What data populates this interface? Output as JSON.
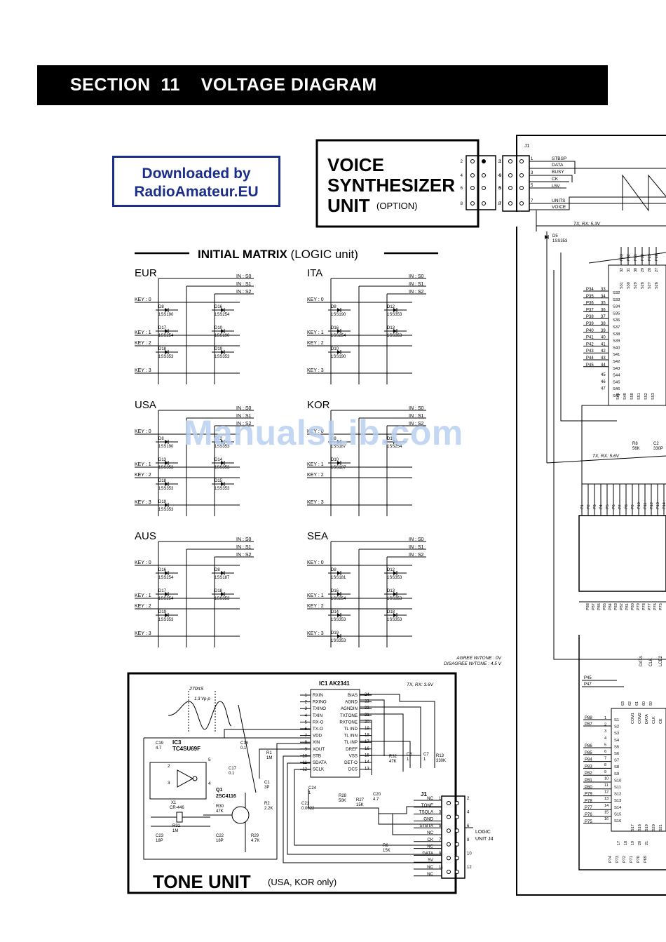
{
  "header": {
    "section": "SECTION  11",
    "title": "VOLTAGE DIAGRAM"
  },
  "badge": {
    "line1": "Downloaded by",
    "line2": "RadioAmateur.EU"
  },
  "watermark": "ManualsLib.com",
  "voice_unit": {
    "line1": "VOICE",
    "line2": "SYNTHESIZER",
    "line3": "UNIT",
    "option": "(OPTION)"
  },
  "j1_top": {
    "ref": "J1",
    "signals": [
      "STBSP",
      "DATA",
      "BUSY",
      "CK",
      "L5V",
      "UNITS",
      "VOICE"
    ],
    "pins_left": [
      "2",
      "4",
      "6",
      "8"
    ],
    "pins_right": [
      "1",
      "3",
      "5",
      "7"
    ],
    "tx_label_1": "TX, RX: 5.3V",
    "d5_ref": "D5",
    "d5_part": "1SS353",
    "tx_label_2": "TX, RX: 5.6V",
    "r8": "R8",
    "r8_val": "56K",
    "c2": "C2",
    "c2_val": "330P"
  },
  "matrix": {
    "title_bold": "INITIAL MATRIX",
    "title_rest": " (LOGIC unit)",
    "in_labels": [
      "IN : S0",
      "IN : S1",
      "IN : S2"
    ],
    "key_labels": [
      "KEY : 0",
      "KEY : 1",
      "KEY : 2",
      "KEY : 3"
    ],
    "regions": [
      {
        "name": "EUR",
        "diodes": [
          [
            "D8",
            "1SS190"
          ],
          [
            "D16",
            "1SS254"
          ],
          [
            "D17",
            "1SS254"
          ],
          [
            "D10",
            "1SS190"
          ],
          [
            "D18",
            "1SS353"
          ],
          [
            "D19",
            "1SS353"
          ]
        ]
      },
      {
        "name": "ITA",
        "diodes": [
          [
            "D8",
            "1SS190"
          ],
          [
            "D12",
            "1SS353"
          ],
          [
            "D16",
            "1SS254"
          ],
          [
            "D13",
            "1SS353"
          ],
          [
            "D10",
            "1SS190"
          ]
        ]
      },
      {
        "name": "USA",
        "diodes": [
          [
            "D8",
            "1SS190"
          ],
          [
            "D12",
            "1SS353"
          ],
          [
            "D13",
            "1SS353"
          ],
          [
            "D14",
            "1SS353"
          ],
          [
            "D18",
            "1SS353"
          ],
          [
            "D15",
            "1SS353"
          ],
          [
            "D19",
            "1SS353"
          ]
        ]
      },
      {
        "name": "KOR",
        "diodes": [
          [
            "D8",
            "1SS187"
          ],
          [
            "D16",
            "1SS254"
          ],
          [
            "D10",
            "1SS187"
          ]
        ]
      },
      {
        "name": "AUS",
        "diodes": [
          [
            "D16",
            "1SS254"
          ],
          [
            "D8",
            "1SS187"
          ],
          [
            "D17",
            "1SS254"
          ],
          [
            "D18",
            "1SS353"
          ],
          [
            "D19",
            "1SS353"
          ]
        ]
      },
      {
        "name": "SEA",
        "diodes": [
          [
            "D8",
            "1SS181"
          ],
          [
            "D12",
            "1SS353"
          ],
          [
            "D16",
            "1SS254"
          ],
          [
            "D13",
            "1SS353"
          ],
          [
            "D14",
            "1SS353"
          ],
          [
            "D18",
            "1SS353"
          ],
          [
            "D19",
            "1SS353"
          ]
        ]
      }
    ]
  },
  "tone_unit": {
    "title": "TONE UNIT",
    "subtitle": "(USA, KOR only)",
    "agree": "AGREE W/TONE : 0V",
    "disagree": "DISAGREE W/TONE : 4.5 V",
    "tx": "TX, RX: 3.6V",
    "wave_time": "270nS",
    "wave_amp": "1.3 Vp-p",
    "ic1": {
      "ref": "IC1  AK2341",
      "left_pins": [
        "RXIN",
        "RXINO",
        "TXINO",
        "TXIN",
        "RX-O",
        "TX-O",
        "VDD",
        "XIN",
        "XOUT",
        "STB",
        "SDATA",
        "SCLK"
      ],
      "left_nums": [
        "1",
        "2",
        "3",
        "4",
        "5",
        "6",
        "7",
        "8",
        "9",
        "10",
        "11",
        "12"
      ],
      "right_pins": [
        "BIAS",
        "AGND",
        "AGNDIN",
        "TXTONE",
        "RXTONE",
        "TL IND",
        "TL INN",
        "TL INP",
        "DREF",
        "VSS",
        "DET-O",
        "DCS"
      ],
      "right_nums": [
        "24",
        "23",
        "22",
        "21",
        "20",
        "19",
        "18",
        "17",
        "16",
        "15",
        "14",
        "13"
      ]
    },
    "ic3": {
      "ref": "IC3",
      "part": "TC4SU69F",
      "pins": [
        "2",
        "3",
        "4",
        "5"
      ]
    },
    "q1": {
      "ref": "Q1",
      "part": "2SC4116"
    },
    "x1": {
      "ref": "X1",
      "part": "CR-446"
    },
    "components": [
      [
        "C19",
        "4.7"
      ],
      [
        "C18",
        "0.1"
      ],
      [
        "C17",
        "0.1"
      ],
      [
        "R1",
        "1M"
      ],
      [
        "C1",
        "3P"
      ],
      [
        "R2",
        "2.2K"
      ],
      [
        "R30",
        "47K"
      ],
      [
        "R31",
        "1M"
      ],
      [
        "C23",
        "18P"
      ],
      [
        "C22",
        "18P"
      ],
      [
        "R29",
        "4.7K"
      ],
      [
        "C24",
        "1"
      ],
      [
        "C21",
        "0.0022"
      ],
      [
        "R28",
        "50K"
      ],
      [
        "R27",
        "15K"
      ],
      [
        "C20",
        "4.7"
      ],
      [
        "R6",
        "15K"
      ],
      [
        "R32",
        "47K"
      ],
      [
        "C6",
        "1"
      ],
      [
        "C7",
        "1"
      ],
      [
        "R13",
        "330K"
      ]
    ],
    "j1": {
      "ref": "J1",
      "signals": [
        "NC",
        "TONE",
        "TSQLA",
        "GND",
        "STBTA",
        "NC",
        "CK",
        "NC",
        "DATA",
        "5V",
        "NC",
        "NC"
      ],
      "nums": [
        "1",
        "3",
        "5",
        "7",
        "9",
        "11"
      ],
      "nums_right": [
        "2",
        "4",
        "6",
        "8",
        "10",
        "12"
      ]
    },
    "logic_label": "LOGIC\nUNIT J4"
  },
  "main_ic": {
    "top_pins": [
      "P33",
      "P32",
      "P31",
      "P30",
      "P29",
      "P28"
    ],
    "top_nums": [
      "32",
      "31",
      "30",
      "29",
      "28",
      "27"
    ],
    "top_s": [
      "S31",
      "S30",
      "S29",
      "S28",
      "S27",
      "S26"
    ],
    "left_p": [
      "P34",
      "P35",
      "P36",
      "P37",
      "P38",
      "P39",
      "P40",
      "P41",
      "P42",
      "P43",
      "P44",
      "P45"
    ],
    "left_n": [
      "33",
      "34",
      "35",
      "36",
      "37",
      "38",
      "39",
      "40",
      "41",
      "42",
      "43",
      "44"
    ],
    "left_s": [
      "S32",
      "S33",
      "S34",
      "S35",
      "S36",
      "S37",
      "S38",
      "S39",
      "S40",
      "S41",
      "S42",
      "S43",
      "S44",
      "S45",
      "S46",
      "S47"
    ],
    "extra_n": [
      "45",
      "46",
      "47"
    ],
    "bottom_s": [
      "S48",
      "S49",
      "S50",
      "S51",
      "S52",
      "S53"
    ],
    "p_row": [
      "P1",
      "P2",
      "P3",
      "P4",
      "P5",
      "P6",
      "P7",
      "P8",
      "P9",
      "P10",
      "P11",
      "P12",
      "P13",
      "P14"
    ],
    "p_row2": [
      "P88",
      "P87",
      "P86",
      "P85",
      "P84",
      "P83",
      "P82",
      "P81",
      "P80",
      "P79",
      "P78",
      "P77",
      "P76",
      "P75"
    ],
    "ic2_top": [
      "DATA",
      "CLK",
      "LCE2"
    ],
    "ic2_pins_l": [
      "P45",
      "P47"
    ],
    "ic2_num": [
      "63",
      "62",
      "61",
      "60",
      "59"
    ],
    "ic2_top_names": [
      "COM1",
      "COM2",
      "DATA",
      "CLK",
      "CE"
    ],
    "ic2_left_p": [
      "P88",
      "P87",
      "P86",
      "P85",
      "P84",
      "P83",
      "P82",
      "P81",
      "P80",
      "P79",
      "P78",
      "P77",
      "P76",
      "P75"
    ],
    "ic2_left_n": [
      "1",
      "2",
      "3",
      "4",
      "5",
      "6",
      "7",
      "8",
      "9",
      "10",
      "11",
      "12",
      "13",
      "14",
      "15",
      "16"
    ],
    "ic2_s": [
      "S1",
      "S2",
      "S3",
      "S4",
      "S5",
      "S6",
      "S7",
      "S8",
      "S9",
      "S10",
      "S11",
      "S12",
      "S13",
      "S14",
      "S15",
      "S16"
    ],
    "ic2_bottom": [
      "S17",
      "S18",
      "S19",
      "S20",
      "S21"
    ],
    "ic2_bottom_p": [
      "P74",
      "P73",
      "P72",
      "P71",
      "P70",
      "P69"
    ],
    "ic2_bottom_n": [
      "17",
      "18",
      "19",
      "20",
      "21"
    ]
  }
}
